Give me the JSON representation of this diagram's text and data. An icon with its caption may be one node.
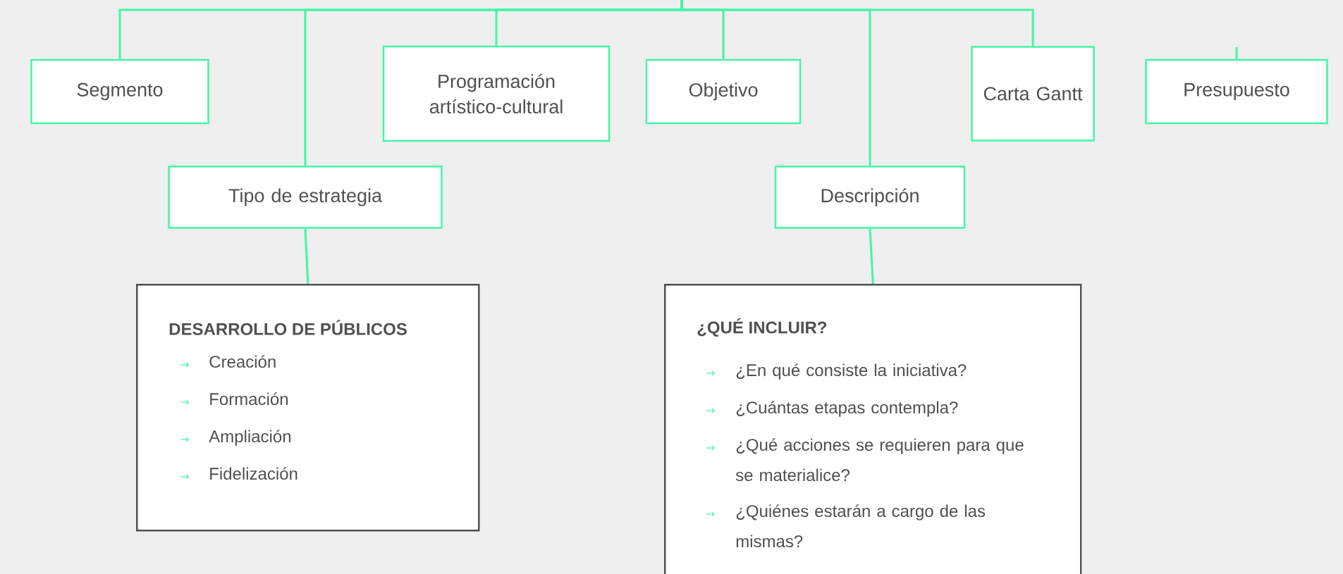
{
  "diagram": {
    "nodes": [
      {
        "text": [
          "Segmento"
        ]
      },
      {
        "text": [
          "Programación artístico-cultural"
        ]
      },
      {
        "text": [
          "Objetivo"
        ]
      },
      {
        "text": [
          "Carta Gantt"
        ]
      },
      {
        "text": [
          "Presupuesto"
        ]
      },
      {
        "text": [
          "Tipo de estrategia"
        ]
      },
      {
        "text": [
          "Descripción"
        ]
      },
      {
        "text": [
          "DESARROLLO DE PÚBLICOS",
          "Creación",
          "Formación",
          "Ampliación",
          "Fidelización"
        ]
      },
      {
        "text": [
          "¿QUÉ INCLUIR?",
          "¿En qué consiste la iniciativa?",
          "¿Cuántas etapas contempla?",
          "¿Qué acciones se requieren para que se materialice?",
          "¿Quiénes estarán a cargo de las mismas?"
        ]
      }
    ],
    "edges": [
      {
        "from": null,
        "to": 0,
        "arrow": "none"
      },
      {
        "from": null,
        "to": 1,
        "arrow": "none"
      },
      {
        "from": null,
        "to": 2,
        "arrow": "none"
      },
      {
        "from": null,
        "to": 3,
        "arrow": "none"
      },
      {
        "from": null,
        "to": 4,
        "arrow": "none"
      },
      {
        "from": null,
        "to": 5,
        "arrow": "none"
      },
      {
        "from": null,
        "to": 6,
        "arrow": "none"
      },
      {
        "from": 5,
        "to": 7,
        "arrow": "none"
      },
      {
        "from": 6,
        "to": 8,
        "arrow": "none"
      }
    ]
  }
}
